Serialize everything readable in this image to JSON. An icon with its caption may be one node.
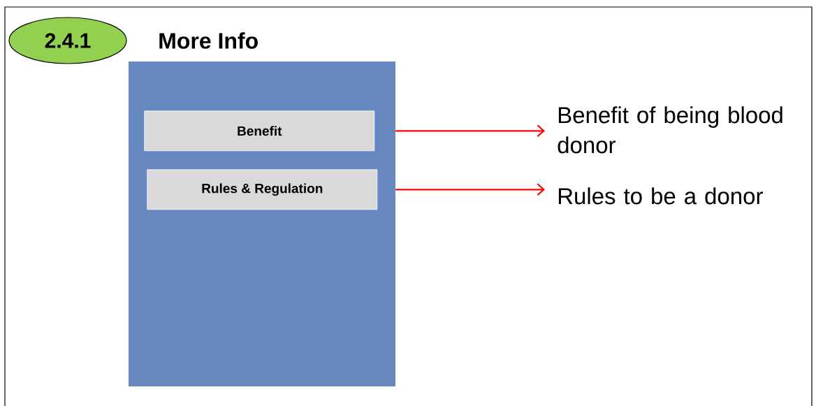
{
  "diagram": {
    "title": "More Info",
    "nodes": [
      {
        "text": [
          "2.4.1"
        ]
      },
      {
        "text": [],
        "shape": "box"
      },
      {
        "text": [
          "Benefit"
        ],
        "in": 1
      },
      {
        "text": [
          "Rules & Regulation"
        ],
        "in": 1
      },
      {
        "text": [
          "Benefit of being blood donor"
        ]
      },
      {
        "text": [
          "Rules to be a donor"
        ]
      }
    ],
    "edges": [
      {
        "from": 2,
        "to": 4,
        "arrow": "to"
      },
      {
        "from": 3,
        "to": 5,
        "arrow": "to"
      }
    ]
  }
}
